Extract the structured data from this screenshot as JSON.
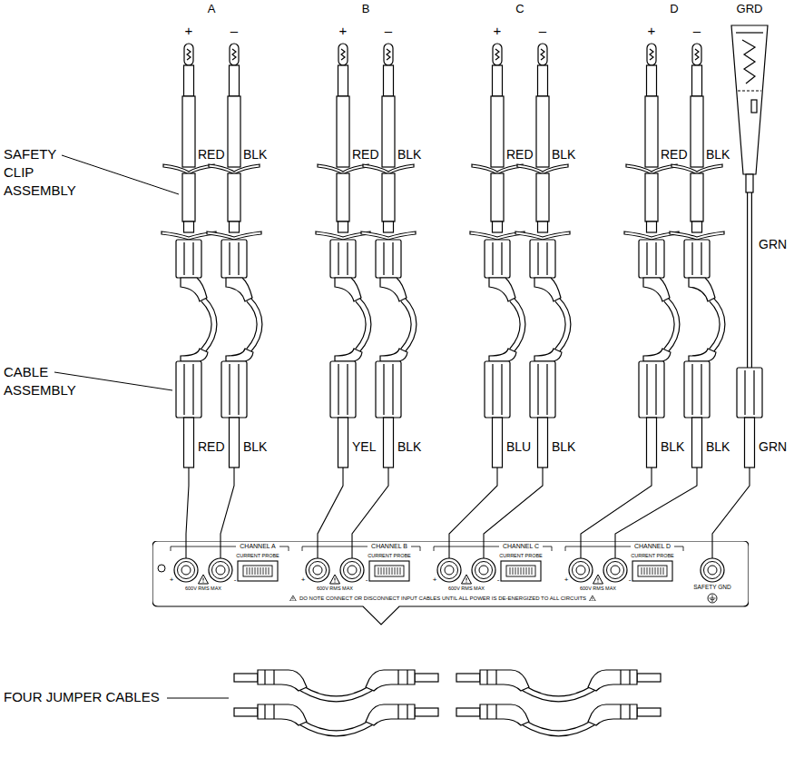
{
  "diagram": {
    "nodes": [
      {
        "text": [
          "CHANNEL A",
          "CURRENT PROBE",
          "+",
          "600V RMS MAX",
          "-",
          "CHANNEL B",
          "CURRENT PROBE",
          "+",
          "600V RMS MAX",
          "-",
          "CHANNEL C",
          "CURRENT PROBE",
          "+",
          "600V RMS MAX",
          "-",
          "CHANNEL D",
          "CURRENT PROBE",
          "+",
          "600V RMS MAX",
          "-",
          "SAFETY GND",
          "DO NOTE CONNECT OR DISCONNECT INPUT CABLES UNTIL ALL POWER IS DE-ENERGIZED TO ALL CIRCUITS"
        ]
      }
    ],
    "labels": [
      "A",
      "B",
      "C",
      "D",
      "GRD",
      "+",
      "–",
      "+",
      "–",
      "+",
      "–",
      "+",
      "–",
      "SAFETY CLIP ASSEMBLY",
      "RED",
      "BLK",
      "RED",
      "BLK",
      "RED",
      "BLK",
      "RED",
      "BLK",
      "GRN",
      "CABLE ASSEMBLY",
      "RED",
      "BLK",
      "YEL",
      "BLK",
      "BLU",
      "BLK",
      "BLK",
      "BLK",
      "GRN",
      "FOUR JUMPER CABLES"
    ]
  }
}
